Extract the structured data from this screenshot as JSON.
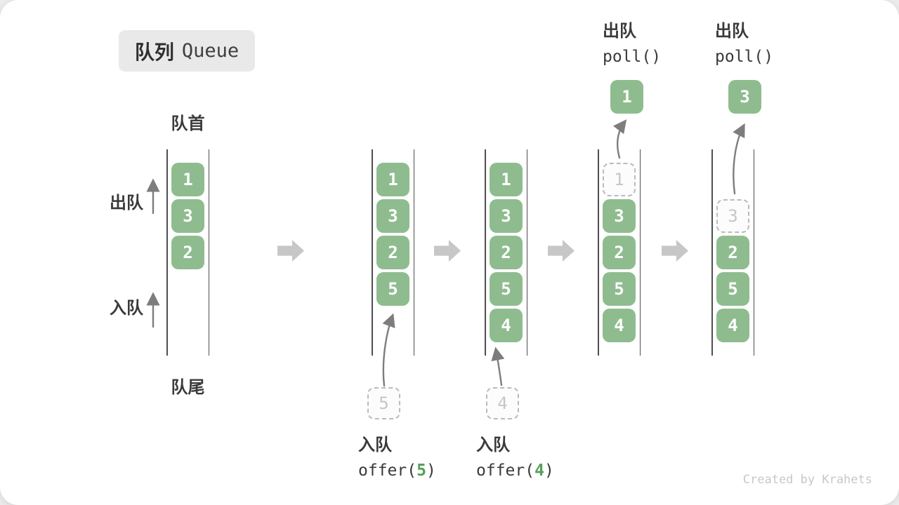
{
  "header": {
    "title_zh": "队列",
    "title_en": "Queue"
  },
  "side_labels": {
    "front": "队首",
    "rear": "队尾",
    "dequeue": "出队",
    "enqueue": "入队"
  },
  "queues": [
    {
      "blocks": [
        "1",
        "3",
        "2"
      ]
    },
    {
      "blocks": [
        "1",
        "3",
        "2",
        "5"
      ],
      "incoming_value": "5",
      "caption": {
        "zh": "入队",
        "code_pre": "offer(",
        "code_num": "5",
        "code_post": ")"
      }
    },
    {
      "blocks": [
        "1",
        "3",
        "2",
        "5",
        "4"
      ],
      "incoming_value": "4",
      "caption": {
        "zh": "入队",
        "code_pre": "offer(",
        "code_num": "4",
        "code_post": ")"
      }
    },
    {
      "ghost_value": "1",
      "blocks": [
        "3",
        "2",
        "5",
        "4"
      ],
      "popped_value": "1",
      "top_label": {
        "zh": "出队",
        "code": "poll()"
      }
    },
    {
      "ghost_value": "3",
      "blocks": [
        "2",
        "5",
        "4"
      ],
      "popped_value": "3",
      "top_label": {
        "zh": "出队",
        "code": "poll()"
      }
    }
  ],
  "watermark": "Created by Krahets",
  "colors": {
    "block_green": "#8FBC8F",
    "code_number_green": "#55A05A",
    "step_arrow_gray": "#C7C7C7",
    "queue_line_dark": "#4F4F4F",
    "text_dark": "#3A3A3A",
    "ghost_gray": "#C6C6C6",
    "title_badge_bg": "#E9E9E9",
    "watermark_gray": "#C8C8C8"
  }
}
